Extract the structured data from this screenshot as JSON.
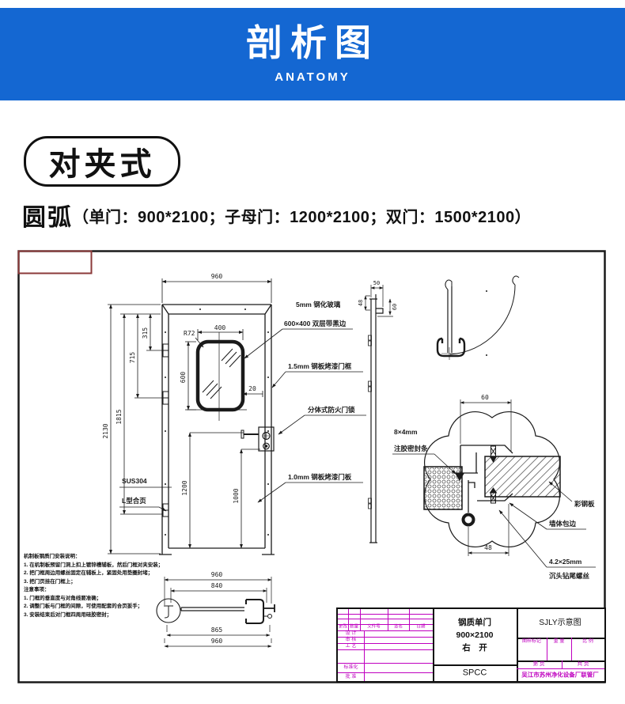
{
  "header": {
    "title": "剖析图",
    "subtitle": "ANATOMY"
  },
  "badge": {
    "label": "对夹式"
  },
  "spec": {
    "shape": "圆弧",
    "sizes": "（单门：900*2100；子母门：1200*2100；双门：1500*2100）"
  },
  "colors": {
    "banner_blue": "#1467d2",
    "titleblock_magenta": "#bf00bf",
    "corner_maroon": "#8b3a3a",
    "line": "#1a1a1a"
  },
  "drawing": {
    "elevation": {
      "dim_width_top": "960",
      "dim_total_height": "2130",
      "dim_frame_height": "1815",
      "dim_hinge_mid": "715",
      "dim_hinge_top": "315",
      "dim_window_width": "400",
      "dim_window_radius": "R72",
      "dim_window_height": "600",
      "dim_window_offset": "20",
      "dim_lock_height": "1200",
      "dim_handle_height": "1000",
      "label_glass_line1": "5mm 钢化玻璃",
      "label_glass_line2": "600×400 双层带黑边",
      "label_frame": "1.5mm 钢板烤漆门框",
      "label_lock": "分体式防火门锁",
      "label_panel": "1.0mm 钢板烤漆门板",
      "label_hinge_material": "SUS304",
      "label_hinge_type": "L型合页"
    },
    "profile": {
      "dim_top": "50",
      "dim_left": "48",
      "dim_right": "60"
    },
    "detail": {
      "dim_width": "60",
      "dim_bottom": "48",
      "label_seal_line1": "8×4mm",
      "label_seal_line2": "注胶密封条",
      "label_panel": "彩钢板",
      "label_wall_wrap": "墙体包边",
      "label_screw_line1": "4.2×25mm",
      "label_screw_line2": "沉头钻尾螺丝"
    },
    "section": {
      "dim_outer_top": "960",
      "dim_inner_top": "840",
      "dim_inner_bottom": "865",
      "dim_outer_bottom": "960"
    },
    "notes": {
      "title": "机制板钢质门安装说明：",
      "steps": [
        "1. 在机制板预留门洞上扣上镀锌槽辅板，然后门框对夹安装；",
        "2. 把门框周边用螺丝固定在辅板上，紧固处用垫圈封堵；",
        "3. 把门页挂在门框上；"
      ],
      "caution_title": "注意事项：",
      "cautions": [
        "1. 门框的垂直度与对角线要准确；",
        "2. 调整门板与门框的间隙，可使用配套的合页扳手；",
        "3. 安装结束后对门框四周用硅胶密封；"
      ]
    },
    "titleblock": {
      "rev_header": [
        "更改",
        "数量",
        "文件号",
        "签名",
        "日期"
      ],
      "rows": [
        "设 计",
        "审 核",
        "工 艺",
        "标准化",
        "批 准"
      ],
      "product_line1": "钢质单门",
      "product_line2": "900×2100",
      "product_line3": "右　开",
      "material": "SPCC",
      "doc_title": "SJLY示意图",
      "right_header": [
        "图样标记",
        "重  量",
        "比  例"
      ],
      "page_left": "第  页",
      "page_right": "共  页",
      "company": "吴江市苏州净化设备厂联管厂"
    }
  }
}
